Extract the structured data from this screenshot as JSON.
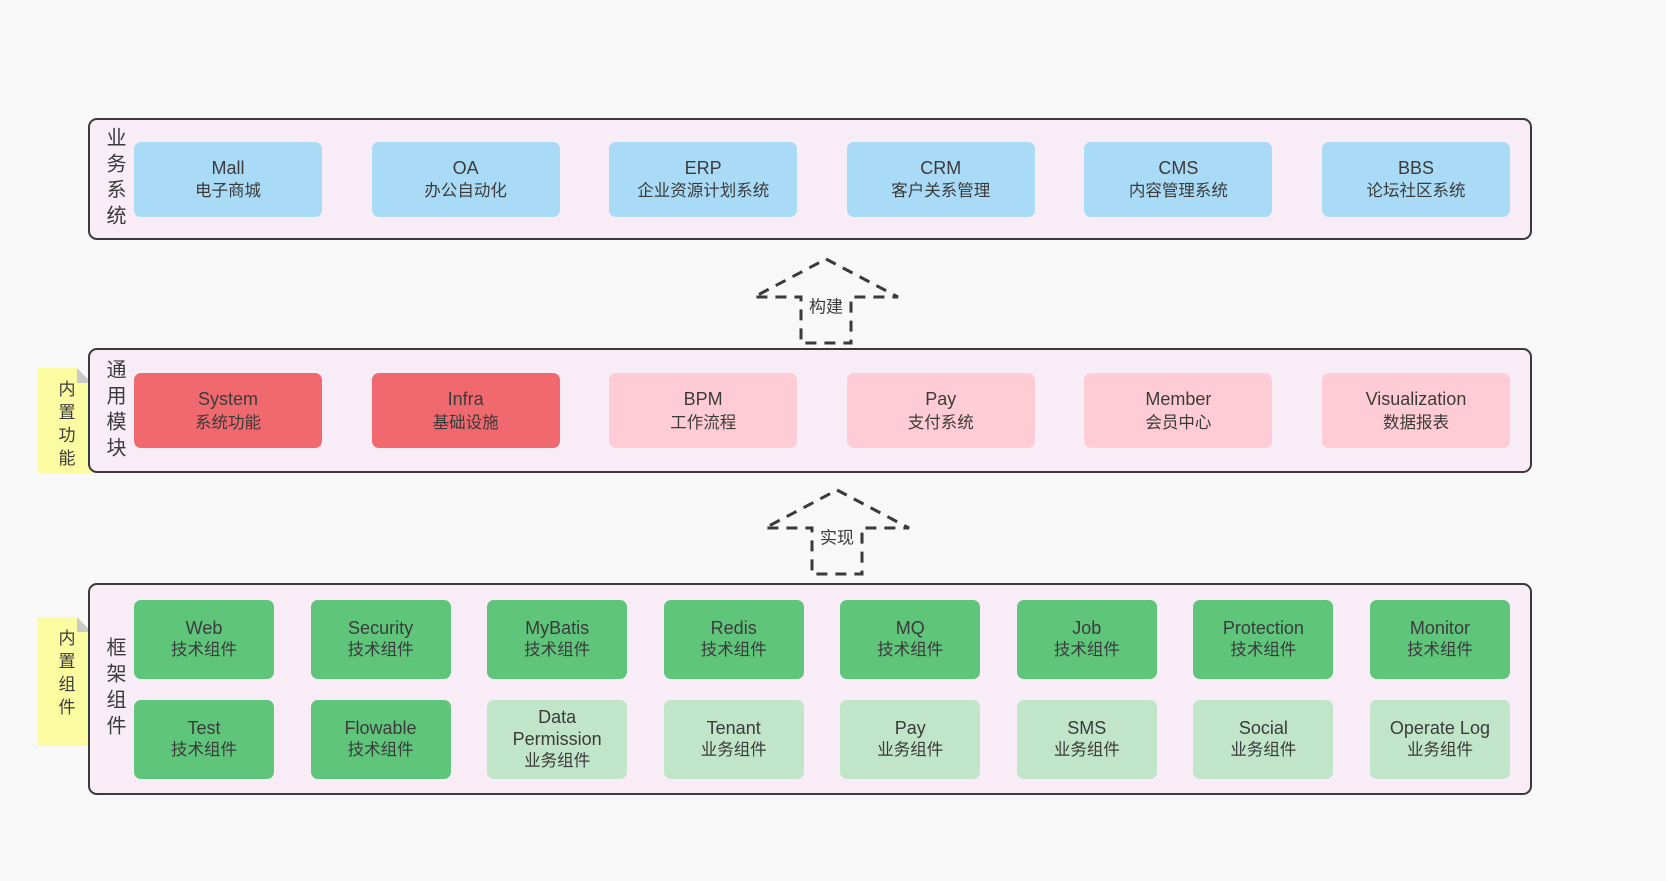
{
  "colors": {
    "page_bg": "#f8f8f8",
    "band_bg": "#f8edf6",
    "border": "#3a3a3a",
    "text": "#3b3b3b",
    "blue": "#a9dbf6",
    "red": "#f0696e",
    "pink": "#ffccd5",
    "green": "#5fc57b",
    "lightgreen": "#c0e5c9",
    "note": "#fbfba1",
    "fold": "#c9c9c9"
  },
  "bands": [
    {
      "label": "业务系统",
      "rows": [
        [
          {
            "title": "Mall",
            "subtitle": "电子商城",
            "variant": "blue"
          },
          {
            "title": "OA",
            "subtitle": "办公自动化",
            "variant": "blue"
          },
          {
            "title": "ERP",
            "subtitle": "企业资源计划系统",
            "variant": "blue"
          },
          {
            "title": "CRM",
            "subtitle": "客户关系管理",
            "variant": "blue"
          },
          {
            "title": "CMS",
            "subtitle": "内容管理系统",
            "variant": "blue"
          },
          {
            "title": "BBS",
            "subtitle": "论坛社区系统",
            "variant": "blue"
          }
        ]
      ]
    },
    {
      "label": "通用模块",
      "note": "内置功能",
      "rows": [
        [
          {
            "title": "System",
            "subtitle": "系统功能",
            "variant": "red"
          },
          {
            "title": "Infra",
            "subtitle": "基础设施",
            "variant": "red"
          },
          {
            "title": "BPM",
            "subtitle": "工作流程",
            "variant": "pink"
          },
          {
            "title": "Pay",
            "subtitle": "支付系统",
            "variant": "pink"
          },
          {
            "title": "Member",
            "subtitle": "会员中心",
            "variant": "pink"
          },
          {
            "title": "Visualization",
            "subtitle": "数据报表",
            "variant": "pink"
          }
        ]
      ]
    },
    {
      "label": "框架组件",
      "note": "内置组件",
      "rows": [
        [
          {
            "title": "Web",
            "subtitle": "技术组件",
            "variant": "green"
          },
          {
            "title": "Security",
            "subtitle": "技术组件",
            "variant": "green"
          },
          {
            "title": "MyBatis",
            "subtitle": "技术组件",
            "variant": "green"
          },
          {
            "title": "Redis",
            "subtitle": "技术组件",
            "variant": "green"
          },
          {
            "title": "MQ",
            "subtitle": "技术组件",
            "variant": "green"
          },
          {
            "title": "Job",
            "subtitle": "技术组件",
            "variant": "green"
          },
          {
            "title": "Protection",
            "subtitle": "技术组件",
            "variant": "green"
          },
          {
            "title": "Monitor",
            "subtitle": "技术组件",
            "variant": "green"
          }
        ],
        [
          {
            "title": "Test",
            "subtitle": "技术组件",
            "variant": "green"
          },
          {
            "title": "Flowable",
            "subtitle": "技术组件",
            "variant": "green"
          },
          {
            "title": "Data Permission",
            "subtitle": "业务组件",
            "variant": "lightgreen"
          },
          {
            "title": "Tenant",
            "subtitle": "业务组件",
            "variant": "lightgreen"
          },
          {
            "title": "Pay",
            "subtitle": "业务组件",
            "variant": "lightgreen"
          },
          {
            "title": "SMS",
            "subtitle": "业务组件",
            "variant": "lightgreen"
          },
          {
            "title": "Social",
            "subtitle": "业务组件",
            "variant": "lightgreen"
          },
          {
            "title": "Operate Log",
            "subtitle": "业务组件",
            "variant": "lightgreen"
          }
        ]
      ]
    }
  ],
  "arrows": [
    {
      "label": "构建"
    },
    {
      "label": "实现"
    }
  ]
}
